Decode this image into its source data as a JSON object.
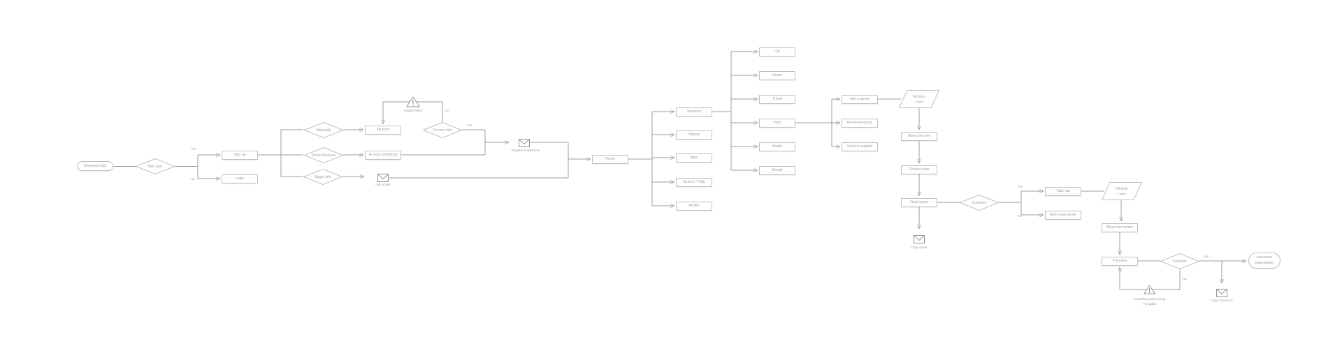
{
  "colors": {
    "background": "#ffffff",
    "connector_line": "#9d9d9d",
    "shape_border": "#c0c0c0",
    "text": "#9a9a9a",
    "arrowhead": "#3f3f3f"
  },
  "edge_labels": {
    "yes": "Yes",
    "no": "No"
  },
  "onboarding": {
    "download_app": "Download App",
    "new_user": "New user",
    "sign_up": "Sign up",
    "login": "Login",
    "manually": "Manually",
    "social_features": "Social features",
    "magic_link": "Magic link",
    "fill_form": "Fill form",
    "accept_conditions": "Accept conditions",
    "invalid_fields": "Invalid field/s",
    "correct_info": "Correct info",
    "link_acces": "Link acces",
    "register_welcome": "Register & Welcome"
  },
  "main": {
    "home": "Home",
    "menu": {
      "services": "Services",
      "history": "History",
      "new": "New",
      "search_help": "Search / Help",
      "profile": "Profile"
    },
    "services": {
      "car": "Car",
      "home": "Home",
      "travel": "Travel",
      "pets": "Pets",
      "health": "Health",
      "dental": "Dental"
    }
  },
  "pet_insurance": {
    "get_a_quote": "Get a quote",
    "retrieves_quote": "Retrieves quote",
    "search_hospital": "Search hospital",
    "fill_form": "Fill form",
    "fill_form_steps": "3 steps",
    "about_the_pet": "About the pet",
    "choose_plan": "Choose plan",
    "final_quote": "Final quote",
    "copy_quote": "Copy quote",
    "continue": "Continue",
    "take_out": "Take out",
    "auto_save_quote": "Auto-save quote"
  },
  "checkout": {
    "fill_form": "Fill form",
    "fill_form_steps": "2 steps",
    "about_the_holder": "About the holder",
    "payment": "Payment",
    "success": "Success",
    "insurance_subscription": "Insurance subscription",
    "copy_insurance": "Copy insurance",
    "error_line1": "Something went wrong.",
    "error_line2": "Try again."
  }
}
